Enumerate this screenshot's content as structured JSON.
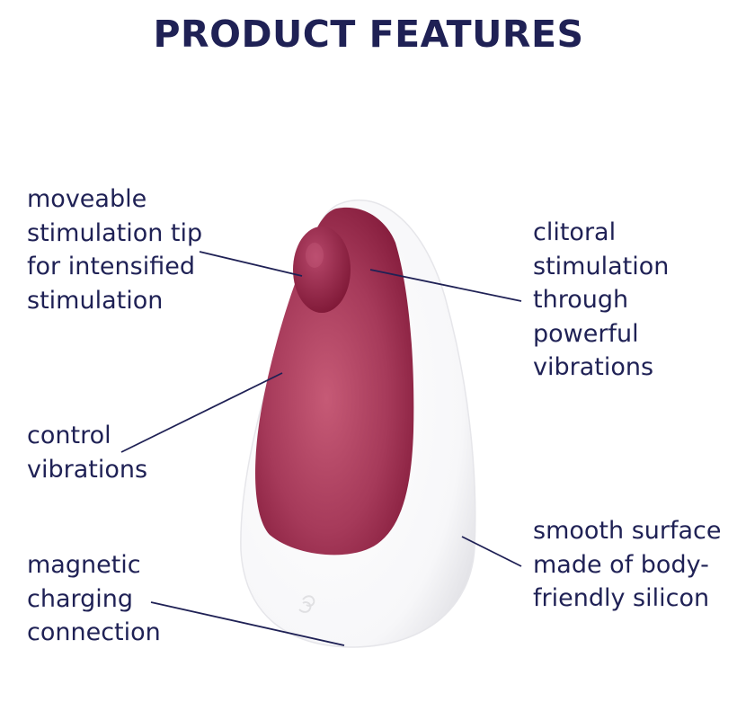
{
  "page_title": "PRODUCT FEATURES",
  "features": {
    "tip": {
      "lines": [
        "moveable",
        "stimulation tip",
        "for intensified",
        "stimulation"
      ]
    },
    "clitoral": {
      "lines": [
        "clitoral",
        "stimulation",
        "through",
        "powerful",
        "vibrations"
      ]
    },
    "control": {
      "lines": [
        "control",
        "vibrations"
      ]
    },
    "surface": {
      "lines": [
        "smooth surface",
        "made of body-",
        "friendly silicon"
      ]
    },
    "charging": {
      "lines": [
        "magnetic",
        "charging",
        "connection"
      ]
    }
  },
  "colors": {
    "title": "#1f2155",
    "label_text": "#1f2155",
    "leader_line": "#1f2155",
    "shell": "#ffffff",
    "silicone_dark": "#8c1b3f",
    "silicone_light": "#c65a76"
  },
  "icons": {
    "logo": "satisfyer-logo-embossed"
  }
}
